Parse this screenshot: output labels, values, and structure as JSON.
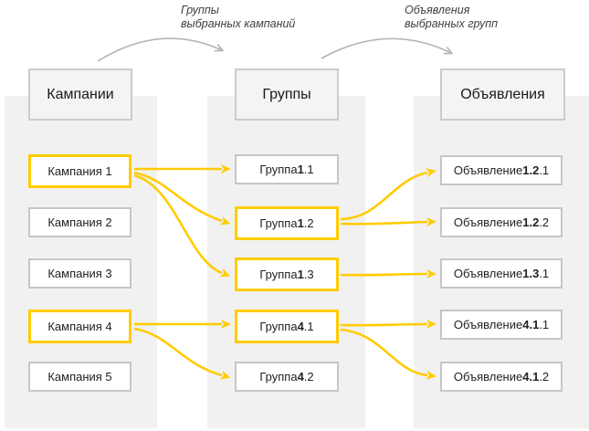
{
  "colors": {
    "accent_yellow": "#ffcc00",
    "box_border_gray": "#c6c6c6",
    "column_band_bg": "#f1f1f1",
    "header_box_bg": "#f4f4f4",
    "annotation_text": "#3f3f3f",
    "curved_arrow_gray": "#b3b3b3"
  },
  "annotations": {
    "groups_of_selected_campaigns": {
      "line1": "Группы",
      "line2": "выбранных кампаний"
    },
    "ads_of_selected_groups": {
      "line1": "Объявления",
      "line2": "выбранных групп"
    }
  },
  "columns": {
    "campaigns": {
      "header": "Кампании",
      "items": [
        {
          "label": "Кампания 1",
          "selected": true
        },
        {
          "label": "Кампания 2",
          "selected": false
        },
        {
          "label": "Кампания 3",
          "selected": false
        },
        {
          "label": "Кампания 4",
          "selected": true
        },
        {
          "label": "Кампания 5",
          "selected": false
        }
      ]
    },
    "groups": {
      "header": "Группы",
      "items": [
        {
          "prefix": "Группа ",
          "bold": "1",
          "rest": ".1",
          "selected": false
        },
        {
          "prefix": "Группа ",
          "bold": "1",
          "rest": ".2",
          "selected": true
        },
        {
          "prefix": "Группа ",
          "bold": "1",
          "rest": ".3",
          "selected": true
        },
        {
          "prefix": "Группа ",
          "bold": "4",
          "rest": ".1",
          "selected": true
        },
        {
          "prefix": "Группа ",
          "bold": "4",
          "rest": ".2",
          "selected": false
        }
      ]
    },
    "ads": {
      "header": "Объявления",
      "items": [
        {
          "prefix": "Объявление ",
          "bold": "1.2",
          "rest": ".1"
        },
        {
          "prefix": "Объявление ",
          "bold": "1.2",
          "rest": ".2"
        },
        {
          "prefix": "Объявление ",
          "bold": "1.3",
          "rest": ".1"
        },
        {
          "prefix": "Объявление ",
          "bold": "4.1",
          "rest": ".1"
        },
        {
          "prefix": "Объявление ",
          "bold": "4.1",
          "rest": ".2"
        }
      ]
    }
  },
  "relations": {
    "campaign_to_groups": [
      "1→1.1",
      "1→1.2",
      "1→1.3",
      "4→4.1",
      "4→4.2"
    ],
    "group_to_ads": [
      "1.2→1.2.1",
      "1.2→1.2.2",
      "1.3→1.3.1",
      "4.1→4.1.1",
      "4.1→4.1.2"
    ]
  }
}
